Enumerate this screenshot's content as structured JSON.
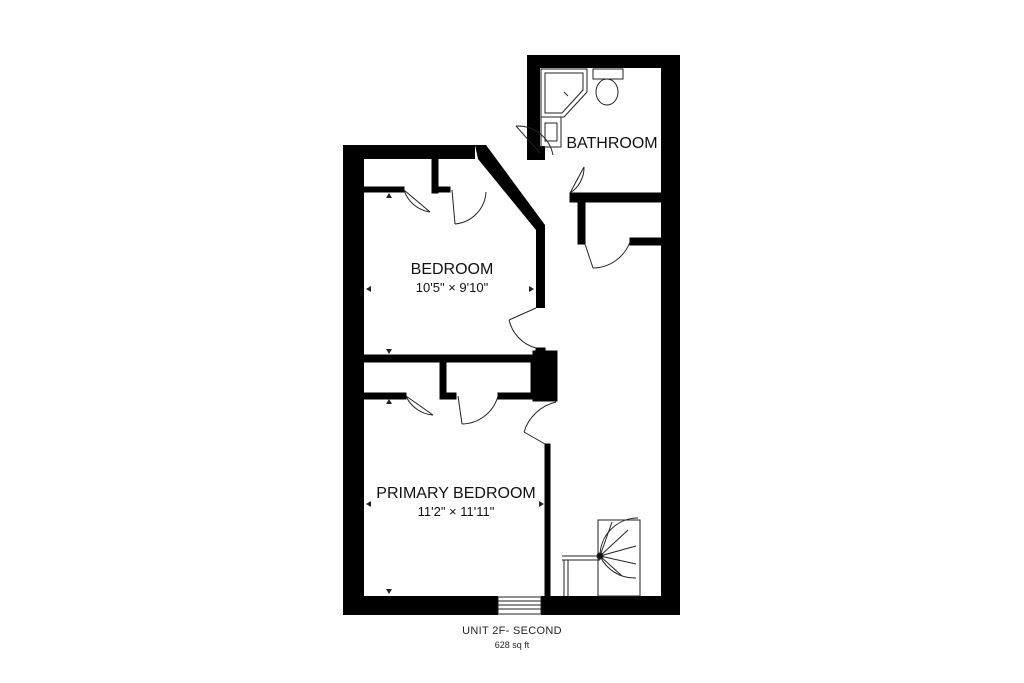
{
  "rooms": {
    "bathroom": {
      "name": "BATHROOM"
    },
    "bedroom": {
      "name": "BEDROOM",
      "dimensions": "10'5\" × 9'10\""
    },
    "primary_bedroom": {
      "name": "PRIMARY BEDROOM",
      "dimensions": "11'2\" × 11'11\""
    }
  },
  "caption": {
    "title": "UNIT 2F- SECOND",
    "area": "628 sq ft"
  },
  "colors": {
    "wall": "#000000",
    "background": "#ffffff",
    "line": "#222222"
  },
  "icons": [
    "shower-icon",
    "toilet-icon",
    "sink-icon",
    "spiral-stair-icon",
    "window-icon"
  ]
}
